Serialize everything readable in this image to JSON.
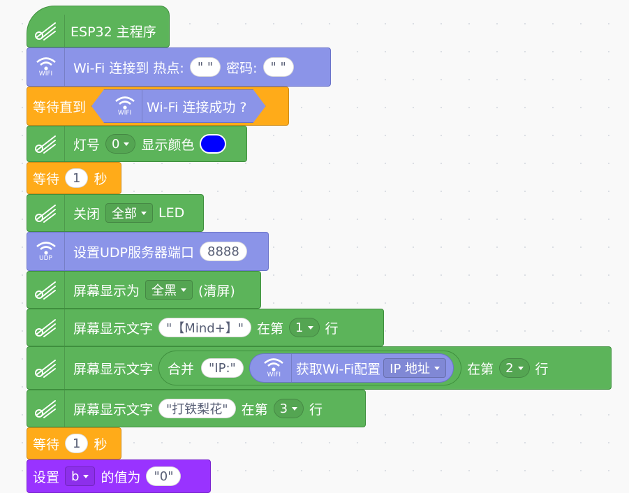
{
  "blocks": {
    "main_program": {
      "label": "ESP32 主程序"
    },
    "wifi_connect": {
      "label_prefix": "Wi-Fi 连接到 热点:",
      "ssid_value": "\"   \"",
      "password_label": "密码:",
      "password_value": "\"   \""
    },
    "wait_until": {
      "label": "等待直到",
      "condition_label": "Wi-Fi 连接成功 ?",
      "icon_tag": "WIFI"
    },
    "led_color": {
      "label_prefix": "灯号",
      "led_index": "0",
      "label_suffix": "显示颜色",
      "color": "#0000ff"
    },
    "wait_1": {
      "label_prefix": "等待",
      "seconds": "1",
      "label_suffix": "秒"
    },
    "led_off": {
      "label_prefix": "关闭",
      "target": "全部",
      "label_suffix": "LED"
    },
    "udp_server": {
      "label": "设置UDP服务器端口",
      "port": "8888",
      "icon_tag": "UDP"
    },
    "screen_fill": {
      "label_prefix": "屏幕显示为",
      "fill_option": "全黑",
      "label_suffix": "(清屏)"
    },
    "screen_text_1": {
      "label_prefix": "屏幕显示文字",
      "text": "\"【Mind+】\"",
      "line_label": "在第",
      "line": "1",
      "line_suffix": "行"
    },
    "screen_text_2": {
      "label_prefix": "屏幕显示文字",
      "join_label": "合并",
      "join_text": "\"IP:\"",
      "wifi_config_label": "获取Wi-Fi配置",
      "wifi_config_option": "IP 地址",
      "line_label": "在第",
      "line": "2",
      "line_suffix": "行",
      "icon_tag": "WIFI"
    },
    "screen_text_3": {
      "label_prefix": "屏幕显示文字",
      "text": "\"打铁梨花\"",
      "line_label": "在第",
      "line": "3",
      "line_suffix": "行"
    },
    "wait_2": {
      "label_prefix": "等待",
      "seconds": "1",
      "label_suffix": "秒"
    },
    "set_variable": {
      "label_prefix": "设置",
      "variable": "b",
      "label_mid": "的值为",
      "value": "\"0\""
    }
  },
  "colors": {
    "control": "#ffab19",
    "dfbot": "#5cb45a",
    "wifi": "#8b94e8",
    "variables": "#9933ff"
  },
  "icons": {
    "dfbot": "meteor-icon",
    "wifi": "wifi-icon"
  }
}
